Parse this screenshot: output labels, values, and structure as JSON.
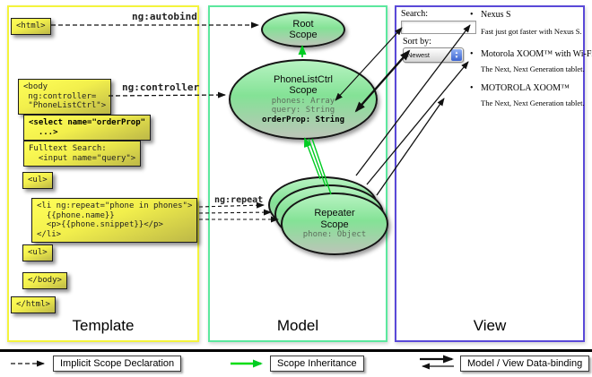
{
  "diagram": {
    "panels": {
      "template": {
        "label": "Template"
      },
      "model": {
        "label": "Model"
      },
      "view": {
        "label": "View"
      }
    },
    "code_boxes": {
      "html_open": "<html>",
      "body_open": "<body\n ng:controller=\n \"PhoneListCtrl\">",
      "select": "<select name=\"orderProp\"\n  ...>",
      "fulltext": "Fulltext Search:\n  <input name=\"query\">",
      "ul_open": "<ul>",
      "li_repeat": "<li ng:repeat=\"phone in phones\">\n  {{phone.name}}\n  <p>{{phone.snippet}}</p>\n</li>",
      "ul_close": "<ul>",
      "body_close": "</body>",
      "html_close": "</html>"
    },
    "directives": {
      "autobind": "ng:autobind",
      "controller": "ng:controller",
      "repeat": "ng:repeat"
    },
    "scopes": {
      "root": {
        "line1": "Root",
        "line2": "Scope"
      },
      "phonelist": {
        "line1": "PhoneListCtrl",
        "line2": "Scope",
        "prop_phones": "phones: Array",
        "prop_query": "query: String",
        "prop_orderprop": "orderProp: String"
      },
      "repeater": {
        "line1": "Repeater",
        "line2": "Scope",
        "prop_phone": "phone: Object"
      }
    },
    "view_panel": {
      "search_label": "Search:",
      "search_value": "",
      "sort_label": "Sort by:",
      "sort_value": "Newest",
      "bullet_glyph": "•",
      "items": [
        {
          "title": "Nexus S",
          "desc": "Fast just got faster with Nexus S."
        },
        {
          "title": "Motorola XOOM™ with Wi-Fi",
          "desc": "The Next, Next Generation tablet."
        },
        {
          "title": "MOTOROLA XOOM™",
          "desc": "The Next, Next Generation tablet."
        }
      ]
    },
    "legend": {
      "implicit": "Implicit Scope Declaration",
      "inheritance": "Scope Inheritance",
      "binding": "Model / View Data-binding"
    },
    "colors": {
      "panel_template_border": "#f4f43c",
      "panel_model_border": "#5ce89e",
      "panel_view_border": "#5a49d8",
      "code_box_yellow": "#f2ef4c",
      "scope_green": "#84e296",
      "green_arrow": "#00cc22",
      "black_arrow": "#111111"
    }
  }
}
